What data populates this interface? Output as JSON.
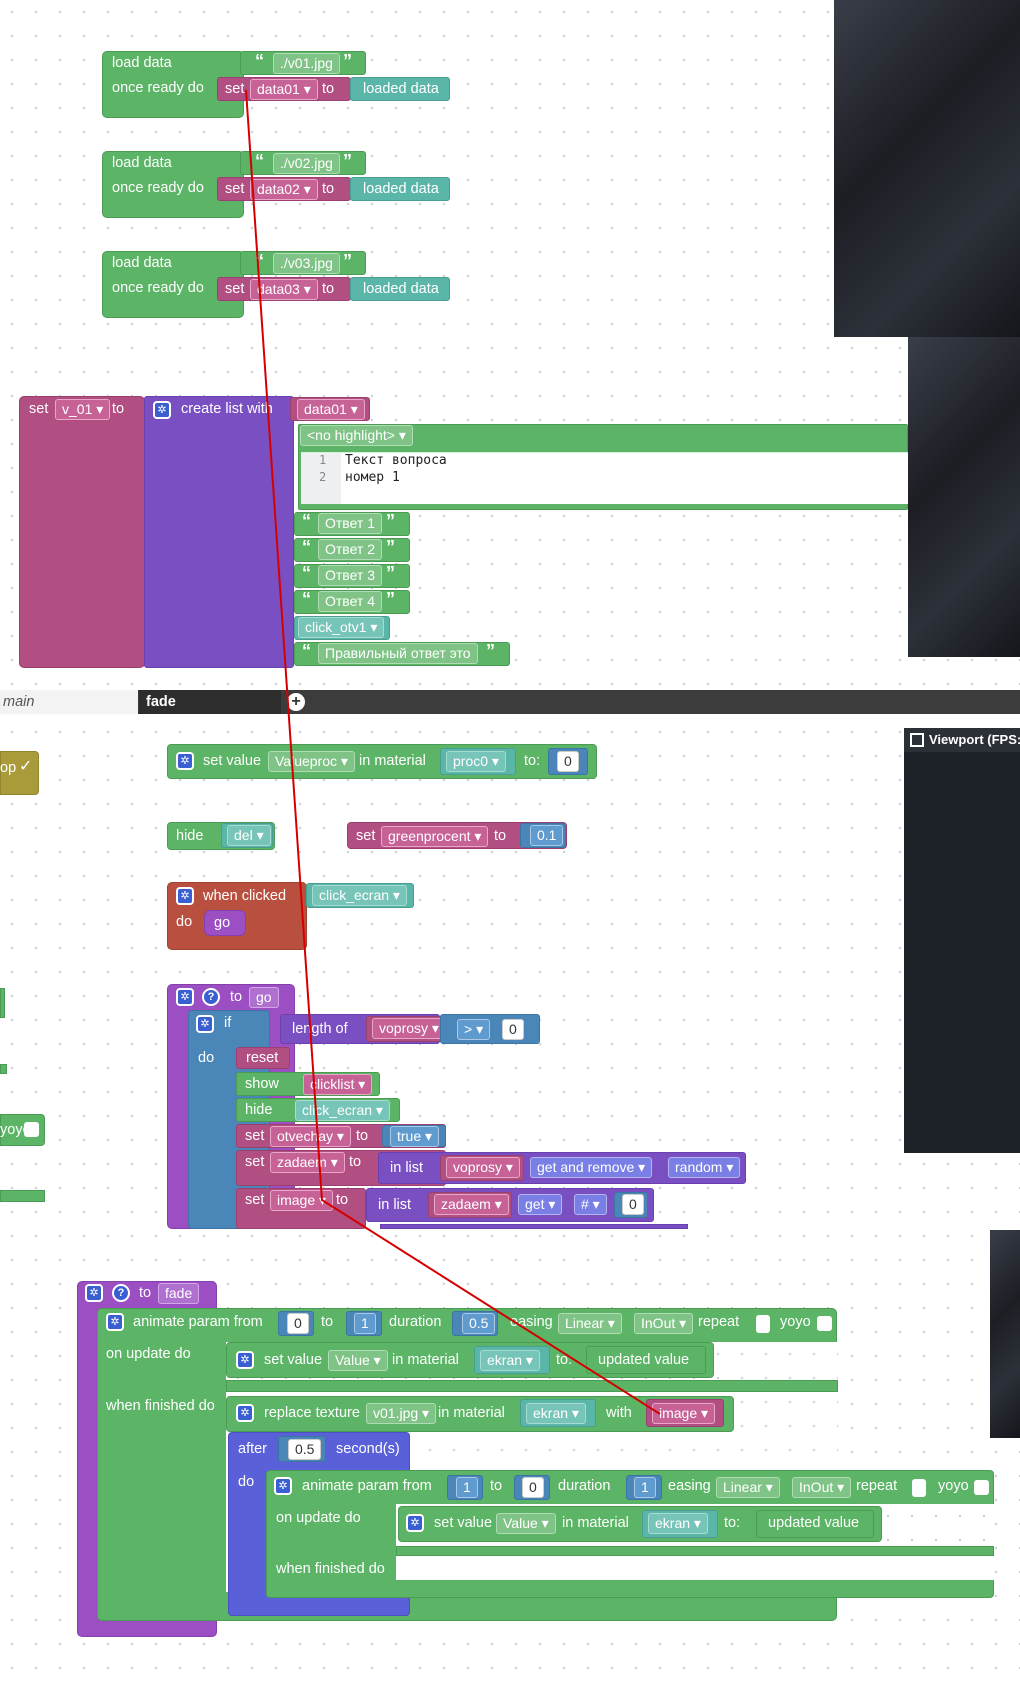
{
  "load_blocks": [
    {
      "label": "load data",
      "ready": "once ready do",
      "file": "./v01.jpg",
      "set": "set",
      "var": "data01",
      "to": "to",
      "value": "loaded data"
    },
    {
      "label": "load data",
      "ready": "once ready do",
      "file": "./v02.jpg",
      "set": "set",
      "var": "data02",
      "to": "to",
      "value": "loaded data"
    },
    {
      "label": "load data",
      "ready": "once ready do",
      "file": "./v03.jpg",
      "set": "set",
      "var": "data03",
      "to": "to",
      "value": "loaded data"
    }
  ],
  "set_list": {
    "set": "set",
    "var": "v_01",
    "to": "to",
    "create": "create list with",
    "first": "data01",
    "highlight": "<no highlight>",
    "code_lines": [
      {
        "n": "1",
        "text": "Текст вопроса"
      },
      {
        "n": "2",
        "text": "номер 1"
      }
    ],
    "answers": [
      "Ответ 1",
      "Ответ 2",
      "Ответ 3",
      "Ответ 4"
    ],
    "click": "click_otv1",
    "correct": "Правильный ответ это"
  },
  "tabs": {
    "main": "main",
    "fade": "fade"
  },
  "viewport": "Viewport (FPS:",
  "left_edge": {
    "op": "op",
    "yoyo": "yoyo"
  },
  "main": {
    "setvalue": {
      "label": "set value",
      "param": "Valueproc",
      "in": "in material",
      "mat": "proc0",
      "to": "to:",
      "val": "0"
    },
    "hide": {
      "label": "hide",
      "target": "del"
    },
    "setgreen": {
      "set": "set",
      "var": "greenprocent",
      "to": "to",
      "val": "0.1"
    },
    "clicked": {
      "label": "when clicked",
      "target": "click_ecran",
      "do": "do",
      "call": "go"
    },
    "go": {
      "to": "to",
      "name": "go",
      "if": "if",
      "length": "length of",
      "list": "voprosy",
      "op": ">",
      "num": "0",
      "do": "do",
      "reset": "reset",
      "show": "show",
      "show_t": "clicklist",
      "hide": "hide",
      "hide_t": "click_ecran",
      "set1": "set",
      "var1": "otvechay",
      "to1": "to",
      "val1": "true",
      "set2": "set",
      "var2": "zadaem",
      "to2": "to",
      "inlist": "in list",
      "list2": "voprosy",
      "gr": "get and remove",
      "rand": "random",
      "set3": "set",
      "var3": "image",
      "to3": "to",
      "inlist3": "in list",
      "list3": "zadaem",
      "get": "get",
      "hash": "#",
      "idx": "0"
    }
  },
  "fade": {
    "to": "to",
    "name": "fade",
    "anim": "animate param from",
    "from": "0",
    "to2": "to",
    "toval": "1",
    "dur": "duration",
    "durval": "0.5",
    "easing": "easing",
    "ease": "Linear",
    "inout": "InOut",
    "repeat": "repeat",
    "yoyo": "yoyo",
    "onupd": "on update do",
    "sv": "set value",
    "param": "Value",
    "inmat": "in material",
    "mat": "ekran",
    "colon": "to:",
    "upd": "updated value",
    "whenfin": "when finished do",
    "replace": "replace texture",
    "tex": "v01.jpg",
    "inmat2": "in material",
    "mat2": "ekran",
    "with": "with",
    "img": "image",
    "after": "after",
    "afterval": "0.5",
    "secs": "second(s)",
    "do": "do",
    "anim2": "animate param from",
    "from2": "1",
    "to3": "to",
    "toval2": "0",
    "dur2": "duration",
    "durval2": "1",
    "easing2": "easing",
    "ease2": "Linear",
    "inout2": "InOut",
    "repeat2": "repeat",
    "yoyo2": "yoyo",
    "onupd2": "on update do",
    "sv2": "set value",
    "param2": "Value",
    "inmat3": "in material",
    "mat3": "ekran",
    "colon2": "to:",
    "upd2": "updated value",
    "whenfin2": "when finished do"
  }
}
